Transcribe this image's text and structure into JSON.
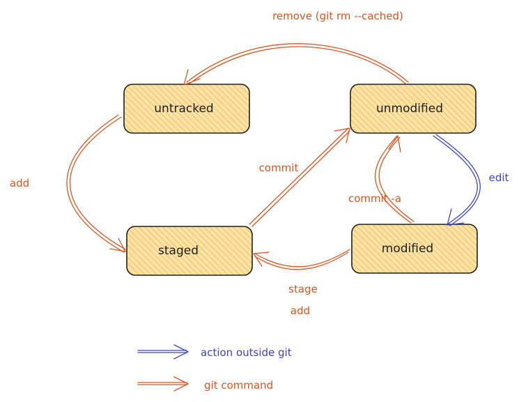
{
  "colors": {
    "git_command": "#d9531e",
    "outside_git": "#3b44c4",
    "node_fill": "#fbe3a8",
    "node_hatch": "#f0b545",
    "node_stroke": "#1e1e1e",
    "text": "#1e1e1e"
  },
  "nodes": {
    "untracked": "untracked",
    "unmodified": "unmodified",
    "staged": "staged",
    "modified": "modified"
  },
  "edges": {
    "remove": "remove (git rm --cached)",
    "add": "add",
    "commit": "commit",
    "commit_a": "commit -a",
    "edit": "edit",
    "stage": "stage",
    "stage_add": "add"
  },
  "legend": {
    "outside_git": "action outside git",
    "git_command": "git command"
  }
}
